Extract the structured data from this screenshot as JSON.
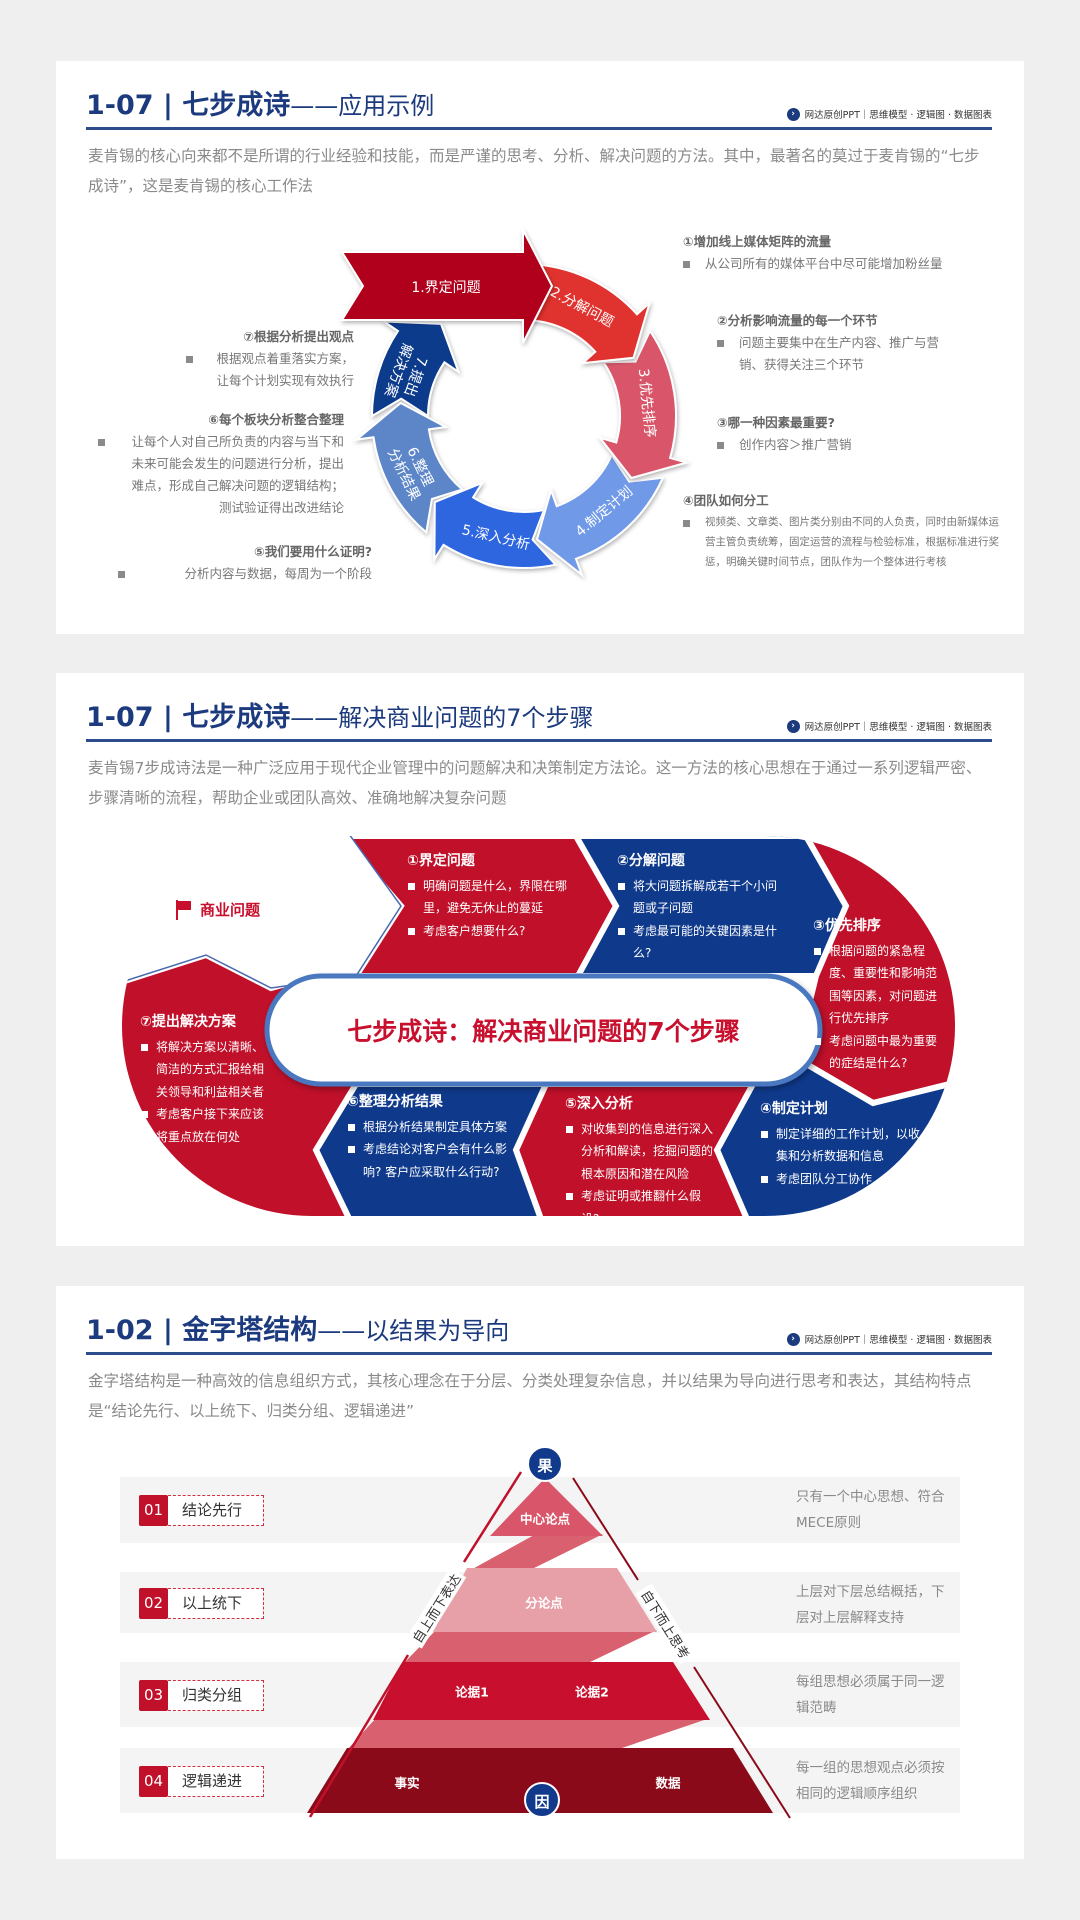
{
  "brand_tag": "网达原创PPT｜思维模型 · 逻辑图 · 数据图表",
  "colors": {
    "navy": "#1c3a7e",
    "red": "#c0102a",
    "blue": "#0f3a8c"
  },
  "slide1": {
    "code": "1-07 | ",
    "title_main": "七步成诗",
    "title_sub": "——应用示例",
    "description": "麦肯锡的核心向来都不是所谓的行业经验和技能，而是严谨的思考、分析、解决问题的方法。其中，最著名的莫过于麦肯锡的“七步成诗”，这是麦肯锡的核心工作法",
    "steps": [
      {
        "lines": [
          "1.界定问题"
        ],
        "color": "#b0001e"
      },
      {
        "lines": [
          "2.分解问题"
        ],
        "color": "#e0302f"
      },
      {
        "lines": [
          "3.优先排序"
        ],
        "color": "#d9566a"
      },
      {
        "lines": [
          "4.制定计划"
        ],
        "color": "#6f9ae8"
      },
      {
        "lines": [
          "5.深入分析"
        ],
        "color": "#2f66e0"
      },
      {
        "lines": [
          "6.整理",
          "分析结果"
        ],
        "color": "#5c86c8"
      },
      {
        "lines": [
          "7.提出",
          "解决方案"
        ],
        "color": "#0e3a8c"
      }
    ],
    "notes": [
      {
        "title": "①增加线上媒体矩阵的流量",
        "body": "从公司所有的媒体平台中尽可能增加粉丝量"
      },
      {
        "title": "②分析影响流量的每一个环节",
        "body": "问题主要集中在生产内容、推广与营销、获得关注三个环节"
      },
      {
        "title": "③哪一种因素最重要?",
        "body": "创作内容＞推广营销"
      },
      {
        "title": "④团队如何分工",
        "body": "视频类、文章类、图片类分别由不同的人负责，同时由新媒体运营主管负责统筹，固定运营的流程与检验标准，根据标准进行奖惩，明确关键时间节点，团队作为一个整体进行考核"
      },
      {
        "title": "⑤我们要用什么证明?",
        "body": "分析内容与数据，每周为一个阶段"
      },
      {
        "title": "⑥每个板块分析整合整理",
        "body": "让每个人对自己所负责的内容与当下和未来可能会发生的问题进行分析，提出难点，形成自己解决问题的逻辑结构；测试验证得出改进结论"
      },
      {
        "title": "⑦根据分析提出观点",
        "body": "根据观点着重落实方案，让每个计划实现有效执行"
      }
    ]
  },
  "slide2": {
    "code": "1-07 | ",
    "title_main": "七步成诗",
    "title_sub": "——解决商业问题的7个步骤",
    "description": "麦肯锡7步成诗法是一种广泛应用于现代企业管理中的问题解决和决策制定方法论。这一方法的核心思想在于通过一系列逻辑严密、步骤清晰的流程，帮助企业或团队高效、准确地解决复杂问题",
    "start_label": "商业问题",
    "center_title": "七步成诗：解决商业问题的7个步骤",
    "segments": [
      {
        "title": "①界定问题",
        "bullets": [
          "明确问题是什么，界限在哪里，避免无休止的蔓延",
          "考虑客户想要什么?"
        ]
      },
      {
        "title": "②分解问题",
        "bullets": [
          "将大问题拆解成若干个小问题或子问题",
          "考虑最可能的关键因素是什么?"
        ]
      },
      {
        "title": "③优先排序",
        "bullets": [
          "根据问题的紧急程度、重要性和影响范围等因素，对问题进行优先排序",
          "考虑问题中最为重要的症结是什么?"
        ]
      },
      {
        "title": "④制定计划",
        "bullets": [
          "制定详细的工作计划，以收集和分析数据和信息",
          "考虑团队分工协作"
        ]
      },
      {
        "title": "⑤深入分析",
        "bullets": [
          "对收集到的信息进行深入分析和解读，挖掘问题的根本原因和潜在风险",
          "考虑证明或推翻什么假设?"
        ]
      },
      {
        "title": "⑥整理分析结果",
        "bullets": [
          "根据分析结果制定具体方案",
          "考虑结论对客户会有什么影响? 客户应采取什么行动?"
        ]
      },
      {
        "title": "⑦提出解决方案",
        "bullets": [
          "将解决方案以清晰、简洁的方式汇报给相关领导和利益相关者",
          "考虑客户接下来应该将重点放在何处"
        ]
      }
    ]
  },
  "slide3": {
    "code": "1-02 | ",
    "title_main": "金字塔结构",
    "title_sub": "——以结果为导向",
    "description": "金字塔结构是一种高效的信息组织方式，其核心理念在于分层、分类处理复杂信息，并以结果为导向进行思考和表达，其结构特点是“结论先行、以上统下、归类分组、逻辑递进”",
    "rows": [
      {
        "num": "01",
        "label": "结论先行",
        "desc": "只有一个中心思想、符合MECE原则"
      },
      {
        "num": "02",
        "label": "以上统下",
        "desc": "上层对下层总结概括，下层对上层解释支持"
      },
      {
        "num": "03",
        "label": "归类分组",
        "desc": "每组思想必须属于同一逻辑范畴"
      },
      {
        "num": "04",
        "label": "逻辑递进",
        "desc": "每一组的思想观点必须按相同的逻辑顺序组织"
      }
    ],
    "pyramid": {
      "top": "果",
      "bottom": "因",
      "levels": [
        [
          "中心论点"
        ],
        [
          "分论点"
        ],
        [
          "论据1",
          "论据2"
        ],
        [
          "事实",
          "数据"
        ]
      ],
      "left_side": "自上而下表达",
      "right_side": "自下而上思考"
    }
  }
}
